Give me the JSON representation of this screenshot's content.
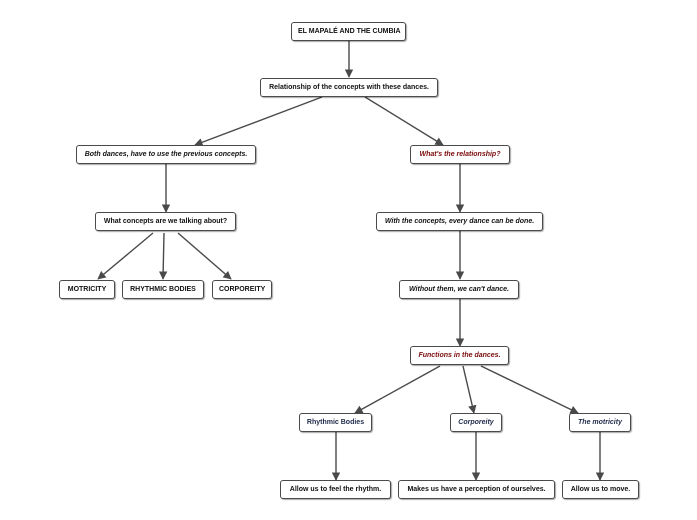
{
  "diagram": {
    "title": "EL MAPALÉ AND THE CUMBIA",
    "relationship": "Relationship of the concepts with these dances.",
    "left": {
      "statement": "Both dances, have to use the previous concepts.",
      "question": "What concepts are we talking about?",
      "concepts": [
        "MOTRICITY",
        "RHYTHMIC BODIES",
        "CORPOREITY"
      ]
    },
    "right": {
      "question": "What's the relationship?",
      "statement": "With the concepts, every dance can be done.",
      "consequence": "Without them, we can't dance.",
      "functions_title": "Functions in the dances.",
      "functions": [
        {
          "name": "Rhythmic Bodies",
          "description": "Allow us to feel the rhythm."
        },
        {
          "name": "Corporeity",
          "description": "Makes us have a perception of ourselves."
        },
        {
          "name": "The motricity",
          "description": "Allow us to move."
        }
      ]
    }
  },
  "colors": {
    "question": "#7a0a0a",
    "function_name": "#1e2a4a",
    "line": "#4a4a4a"
  }
}
